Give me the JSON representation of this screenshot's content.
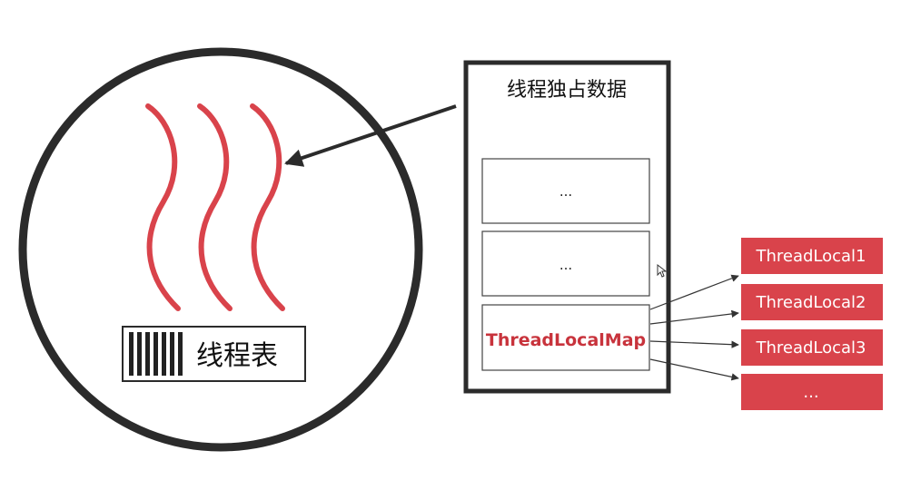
{
  "thread": {
    "table_label": "线程表"
  },
  "panel": {
    "title": "线程独占数据",
    "slots": [
      "...",
      "..."
    ],
    "map_label": "ThreadLocalMap"
  },
  "thread_locals": [
    "ThreadLocal1",
    "ThreadLocal2",
    "ThreadLocal3",
    "..."
  ],
  "colors": {
    "wave": "#d9434b",
    "tl_box": "#d9434b",
    "map_text": "#c8333c",
    "outline": "#2b2b2b"
  }
}
